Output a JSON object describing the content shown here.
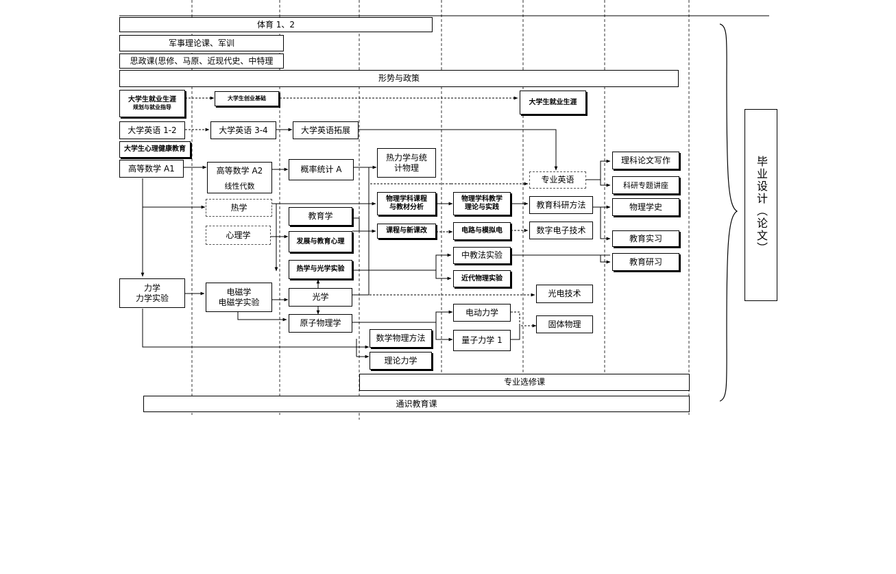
{
  "courses": {
    "pe": "体育 1、2",
    "military": "军事理论课、军训",
    "politics": "思政课(思修、马原、近现代史、中特理",
    "policy": "形势与政策",
    "career1": "大学生就业生涯",
    "career1_sub": "规划与就业指导",
    "entrepreneur": "大学生创业基础",
    "career2": "大学生就业生涯",
    "english12": "大学英语 1-2",
    "english34": "大学英语 3-4",
    "english_ext": "大学英语拓展",
    "mental": "大学生心理健康教育",
    "math_a1": "高等数学 A1",
    "math_a2": "高等数学 A2",
    "linear": "线性代数",
    "prob": "概率统计 A",
    "thermo_stat": "热力学与统\n计物理",
    "thermal": "热学",
    "psychology": "心理学",
    "pedagogy": "教育学",
    "dev_psych": "发展与教育心理",
    "curriculum_analysis": "物理学科课程\n与教材分析",
    "curriculum_reform": "课程与新课改",
    "teaching_theory": "物理学科教学\n理论与实践",
    "electronics": "电路与模拟电",
    "prof_english": "专业英语",
    "edu_research": "教育科研方法",
    "digital": "数字电子技术",
    "thermo_optics_lab": "热学与光学实验",
    "mechanics": "力学\n力学实验",
    "em": "电磁学\n电磁学实验",
    "optics": "光学",
    "atomic": "原子物理学",
    "middle_lab": "中教法实验",
    "modern_lab": "近代物理实验",
    "optoelectronics": "光电技术",
    "electrodynamics": "电动力学",
    "quantum": "量子力学 1",
    "solid": "固体物理",
    "math_methods": "数学物理方法",
    "theoretical_mech": "理论力学",
    "sci_writing": "理科论文写作",
    "lectures": "科研专题讲座",
    "history": "物理学史",
    "practice": "教育实习",
    "internship": "教育研习",
    "electives": "专业选修课",
    "general": "通识教育课",
    "thesis": "毕业设计（论文）"
  }
}
